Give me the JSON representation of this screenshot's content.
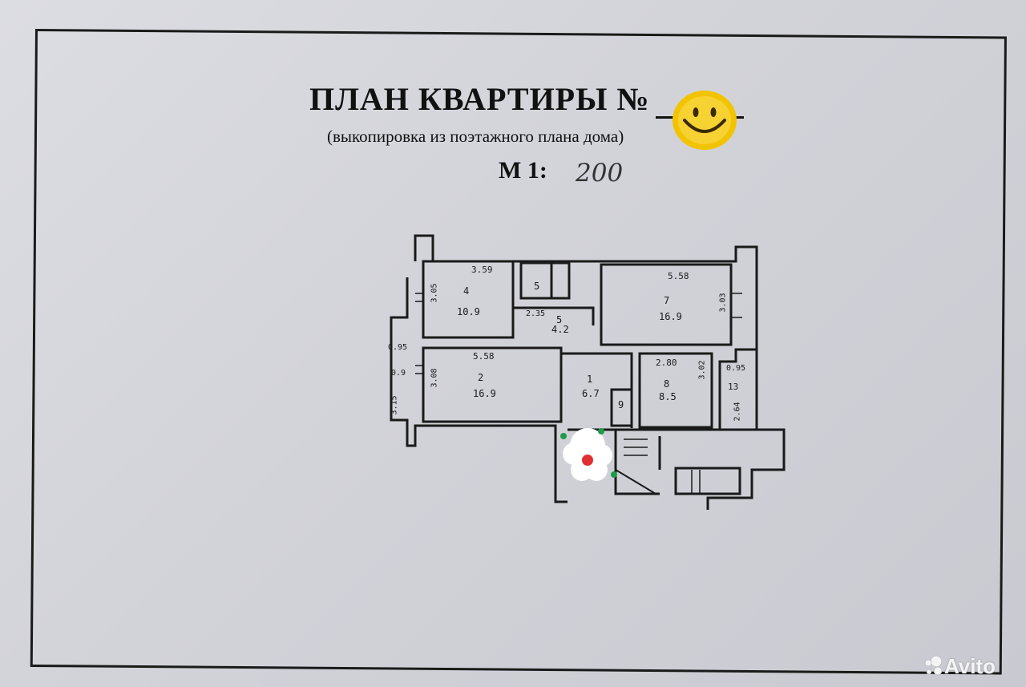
{
  "document": {
    "title": "ПЛАН КВАРТИРЫ №",
    "subtitle": "(выкопировка из поэтажного плана дома)",
    "scale_label": "М 1:",
    "scale_value": "200"
  },
  "rooms": [
    {
      "number": "4",
      "area": "10.9",
      "dim_top": "3.59",
      "dim_side": "3.05"
    },
    {
      "number": "5",
      "area": "4.2",
      "dim_side": "2.35"
    },
    {
      "number": "7",
      "area": "16.9",
      "dim_top": "5.58",
      "dim_side": "3.03"
    },
    {
      "number": "2",
      "area": "16.9",
      "dim_top": "5.58",
      "dim_side": "3.08"
    },
    {
      "number": "1",
      "area": "6.7"
    },
    {
      "number": "8",
      "area": "8.5",
      "dim_top": "2.80",
      "dim_side": "3.02"
    },
    {
      "number": "13",
      "dim_top": "0.95",
      "dim_side": "2.64"
    }
  ],
  "small_labels": {
    "bath": "5",
    "closet": "9",
    "left_top": "0.95",
    "left_mid": "0.9",
    "left_bottom": "3.15"
  },
  "watermark": "Avito",
  "colors": {
    "paper": "#d6d7dc",
    "ink": "#111111",
    "smiley": "#f2c300",
    "flower_dot": "#e03030",
    "green_dot": "#1f9a4a"
  },
  "icons": {
    "smiley": "smiley-sticker-icon",
    "flower": "flower-sticker-icon",
    "logo": "avito-logo-icon"
  }
}
